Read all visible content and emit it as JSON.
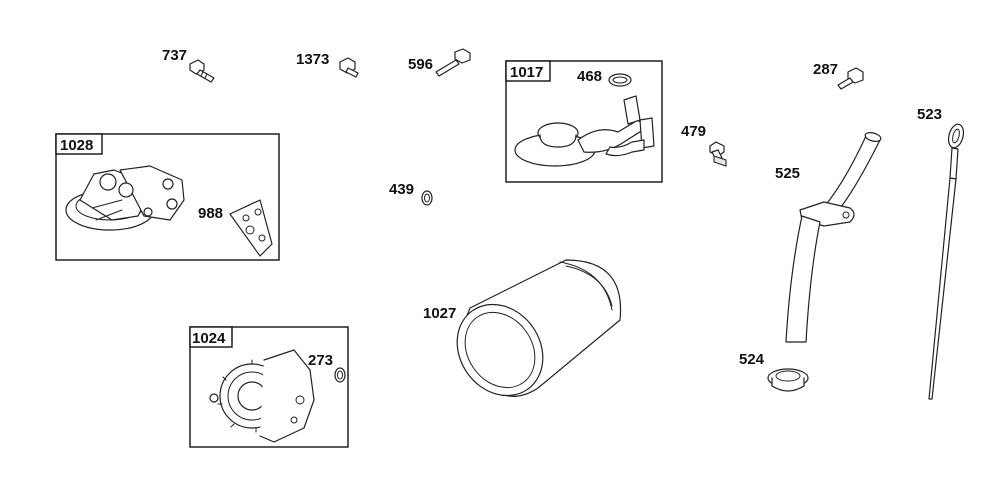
{
  "parts": {
    "p737": "737",
    "p1373": "1373",
    "p596": "596",
    "p1017": "1017",
    "p468": "468",
    "p287": "287",
    "p523": "523",
    "p1028": "1028",
    "p988": "988",
    "p479": "479",
    "p439": "439",
    "p525": "525",
    "p1027": "1027",
    "p1024": "1024",
    "p273": "273",
    "p524": "524"
  }
}
